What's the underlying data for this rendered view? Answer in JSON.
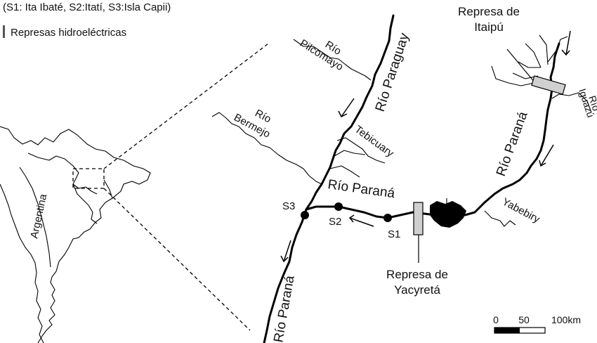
{
  "legend": {
    "sites_text": "(S1: Ita Ibaté, S2:Itatí, S3:Isla Capii)",
    "dams_text": "Represas hidroeléctricas"
  },
  "overview": {
    "country_label": "Argentina"
  },
  "rivers": {
    "pilcomayo_line1": "Río",
    "pilcomayo_line2": "Pilcomayo",
    "bermejo_line1": "Río",
    "bermejo_line2": "Bermejo",
    "paraguay": "Río Paraguay",
    "tebicuary": "Tebicuary",
    "parana_middle": "Río Paraná",
    "parana_south": "Río Paraná",
    "parana_north": "Río Paraná",
    "yabebiry": "Yabebiry",
    "iguazu_line1": "Río",
    "iguazu_line2": "Iguazú"
  },
  "sites": [
    {
      "id": "S1",
      "label": "S1"
    },
    {
      "id": "S2",
      "label": "S2"
    },
    {
      "id": "S3",
      "label": "S3"
    }
  ],
  "dams": {
    "itaipu_line1": "Represa de",
    "itaipu_line2": "Itaipú",
    "yacyreta_line1": "Represa de",
    "yacyreta_line2": "Yacyretá"
  },
  "scale_bar": {
    "labels": [
      "0",
      "50",
      "100km"
    ]
  },
  "colors": {
    "dam_fill": "#d0d0d0",
    "line": "#000000"
  }
}
